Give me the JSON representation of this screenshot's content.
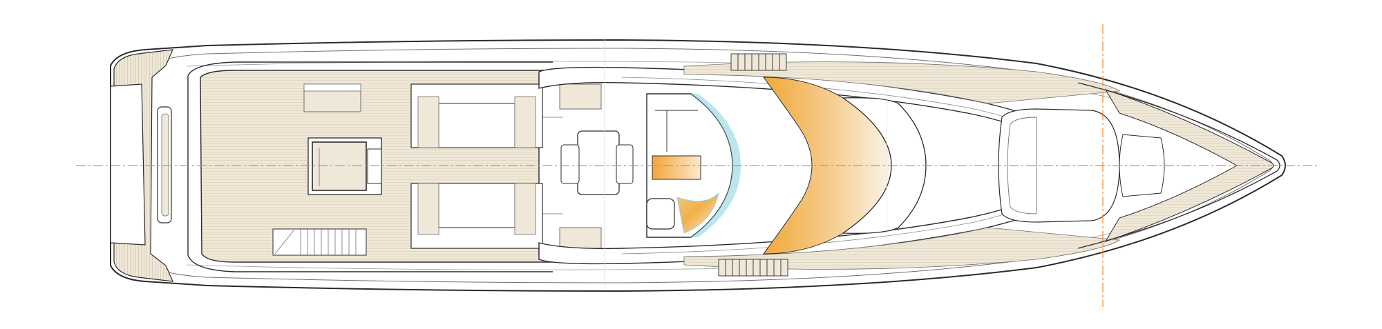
{
  "drawing": {
    "kind": "yacht top-deck general arrangement plan",
    "text_labels": []
  },
  "colors": {
    "background": "#ffffff",
    "hull_line": "#2b2b2b",
    "thin_line": "#6f6f6f",
    "deck_teak": "#efe7d7",
    "teak_stripe": "#e0d5c0",
    "centerline": "#f08a2c",
    "tinted_glass_light": "#fbf3e6",
    "tinted_glass_dark": "#f2a93c",
    "glass_edge": "#8fd3e0"
  },
  "icons": [
    "centerline-axis",
    "station-axis",
    "staircase",
    "sunbed",
    "helm-seat",
    "windscreen",
    "hardtop"
  ]
}
